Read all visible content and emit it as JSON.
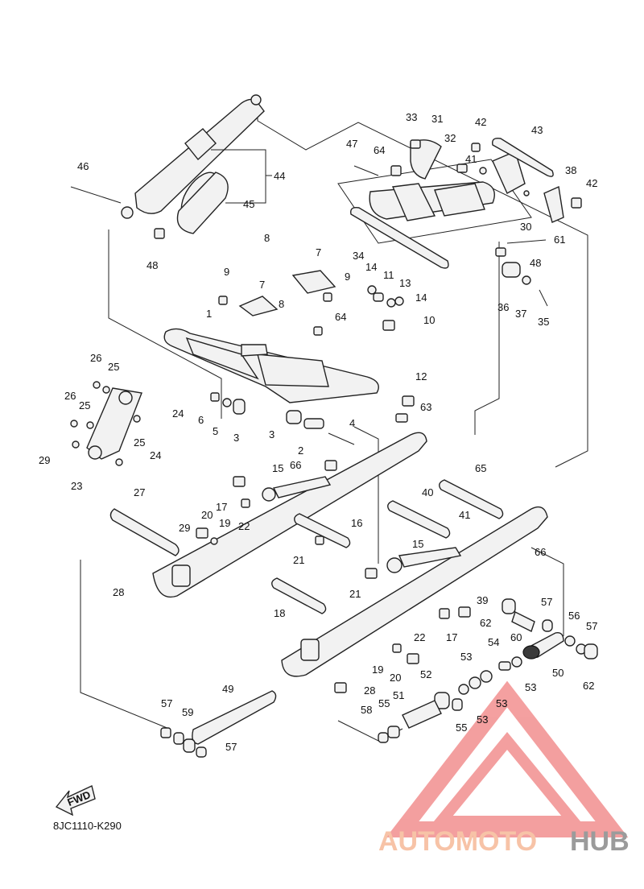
{
  "diagram": {
    "code": "8JC1110-K290",
    "fwd_label": "FWD",
    "watermark": {
      "part1": "AUTOMOTO",
      "part2": "HUB",
      "color1": "#f5b08a",
      "color2": "#7a7a7a",
      "triangle_color": "#f08080"
    },
    "callouts": [
      {
        "id": "c1",
        "text": "1"
      },
      {
        "id": "c2",
        "text": "2"
      },
      {
        "id": "c3a",
        "text": "3"
      },
      {
        "id": "c3b",
        "text": "3"
      },
      {
        "id": "c4",
        "text": "4"
      },
      {
        "id": "c5",
        "text": "5"
      },
      {
        "id": "c6",
        "text": "6"
      },
      {
        "id": "c7a",
        "text": "7"
      },
      {
        "id": "c7b",
        "text": "7"
      },
      {
        "id": "c8a",
        "text": "8"
      },
      {
        "id": "c8b",
        "text": "8"
      },
      {
        "id": "c9a",
        "text": "9"
      },
      {
        "id": "c9b",
        "text": "9"
      },
      {
        "id": "c10",
        "text": "10"
      },
      {
        "id": "c11",
        "text": "11"
      },
      {
        "id": "c12",
        "text": "12"
      },
      {
        "id": "c13",
        "text": "13"
      },
      {
        "id": "c14a",
        "text": "14"
      },
      {
        "id": "c14b",
        "text": "14"
      },
      {
        "id": "c15a",
        "text": "15"
      },
      {
        "id": "c15b",
        "text": "15"
      },
      {
        "id": "c16",
        "text": "16"
      },
      {
        "id": "c17a",
        "text": "17"
      },
      {
        "id": "c17b",
        "text": "17"
      },
      {
        "id": "c18",
        "text": "18"
      },
      {
        "id": "c19a",
        "text": "19"
      },
      {
        "id": "c19b",
        "text": "19"
      },
      {
        "id": "c20a",
        "text": "20"
      },
      {
        "id": "c20b",
        "text": "20"
      },
      {
        "id": "c21a",
        "text": "21"
      },
      {
        "id": "c21b",
        "text": "21"
      },
      {
        "id": "c22a",
        "text": "22"
      },
      {
        "id": "c22b",
        "text": "22"
      },
      {
        "id": "c23",
        "text": "23"
      },
      {
        "id": "c24a",
        "text": "24"
      },
      {
        "id": "c24b",
        "text": "24"
      },
      {
        "id": "c25a",
        "text": "25"
      },
      {
        "id": "c25b",
        "text": "25"
      },
      {
        "id": "c25c",
        "text": "25"
      },
      {
        "id": "c26a",
        "text": "26"
      },
      {
        "id": "c26b",
        "text": "26"
      },
      {
        "id": "c27",
        "text": "27"
      },
      {
        "id": "c28a",
        "text": "28"
      },
      {
        "id": "c28b",
        "text": "28"
      },
      {
        "id": "c29a",
        "text": "29"
      },
      {
        "id": "c29b",
        "text": "29"
      },
      {
        "id": "c30",
        "text": "30"
      },
      {
        "id": "c31",
        "text": "31"
      },
      {
        "id": "c32",
        "text": "32"
      },
      {
        "id": "c33",
        "text": "33"
      },
      {
        "id": "c34",
        "text": "34"
      },
      {
        "id": "c35",
        "text": "35"
      },
      {
        "id": "c36",
        "text": "36"
      },
      {
        "id": "c37",
        "text": "37"
      },
      {
        "id": "c38",
        "text": "38"
      },
      {
        "id": "c39",
        "text": "39"
      },
      {
        "id": "c40",
        "text": "40"
      },
      {
        "id": "c41a",
        "text": "41"
      },
      {
        "id": "c41b",
        "text": "41"
      },
      {
        "id": "c42a",
        "text": "42"
      },
      {
        "id": "c42b",
        "text": "42"
      },
      {
        "id": "c43",
        "text": "43"
      },
      {
        "id": "c44",
        "text": "44"
      },
      {
        "id": "c45",
        "text": "45"
      },
      {
        "id": "c46",
        "text": "46"
      },
      {
        "id": "c47",
        "text": "47"
      },
      {
        "id": "c48a",
        "text": "48"
      },
      {
        "id": "c48b",
        "text": "48"
      },
      {
        "id": "c49",
        "text": "49"
      },
      {
        "id": "c50",
        "text": "50"
      },
      {
        "id": "c51",
        "text": "51"
      },
      {
        "id": "c52",
        "text": "52"
      },
      {
        "id": "c53a",
        "text": "53"
      },
      {
        "id": "c53b",
        "text": "53"
      },
      {
        "id": "c53c",
        "text": "53"
      },
      {
        "id": "c53d",
        "text": "53"
      },
      {
        "id": "c54",
        "text": "54"
      },
      {
        "id": "c55a",
        "text": "55"
      },
      {
        "id": "c55b",
        "text": "55"
      },
      {
        "id": "c56",
        "text": "56"
      },
      {
        "id": "c57a",
        "text": "57"
      },
      {
        "id": "c57b",
        "text": "57"
      },
      {
        "id": "c57c",
        "text": "57"
      },
      {
        "id": "c57d",
        "text": "57"
      },
      {
        "id": "c58",
        "text": "58"
      },
      {
        "id": "c59",
        "text": "59"
      },
      {
        "id": "c60",
        "text": "60"
      },
      {
        "id": "c61",
        "text": "61"
      },
      {
        "id": "c62a",
        "text": "62"
      },
      {
        "id": "c62b",
        "text": "62"
      },
      {
        "id": "c63",
        "text": "63"
      },
      {
        "id": "c64a",
        "text": "64"
      },
      {
        "id": "c64b",
        "text": "64"
      },
      {
        "id": "c65",
        "text": "65"
      },
      {
        "id": "c66a",
        "text": "66"
      },
      {
        "id": "c66b",
        "text": "66"
      }
    ]
  }
}
